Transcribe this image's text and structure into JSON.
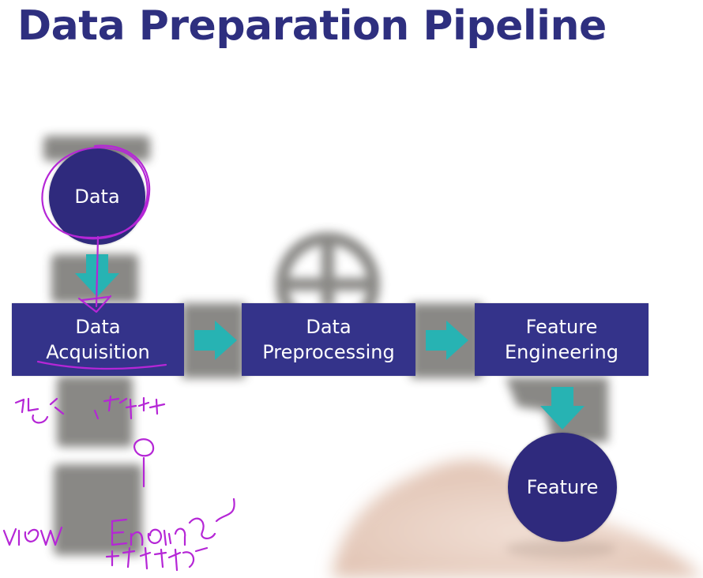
{
  "title": "Data Preparation Pipeline",
  "colors": {
    "title": "#2e2f7f",
    "box": "#34338a",
    "circle": "#2f2a7d",
    "arrow": "#27b3b3",
    "pipe": "#7d7c78",
    "skin": "#e6cabb",
    "ink": "#b526d6"
  },
  "nodes": {
    "data_circle": "Data",
    "acquisition": [
      "Data",
      "Acquisition"
    ],
    "preprocessing": [
      "Data",
      "Preprocessing"
    ],
    "engineering": [
      "Feature",
      "Engineering"
    ],
    "feature_circle": "Feature"
  },
  "icons": {
    "down_arrow_top": "arrow-down-icon",
    "right_arrow_1": "arrow-right-icon",
    "right_arrow_2": "arrow-right-icon",
    "down_arrow_bottom": "arrow-down-icon"
  }
}
